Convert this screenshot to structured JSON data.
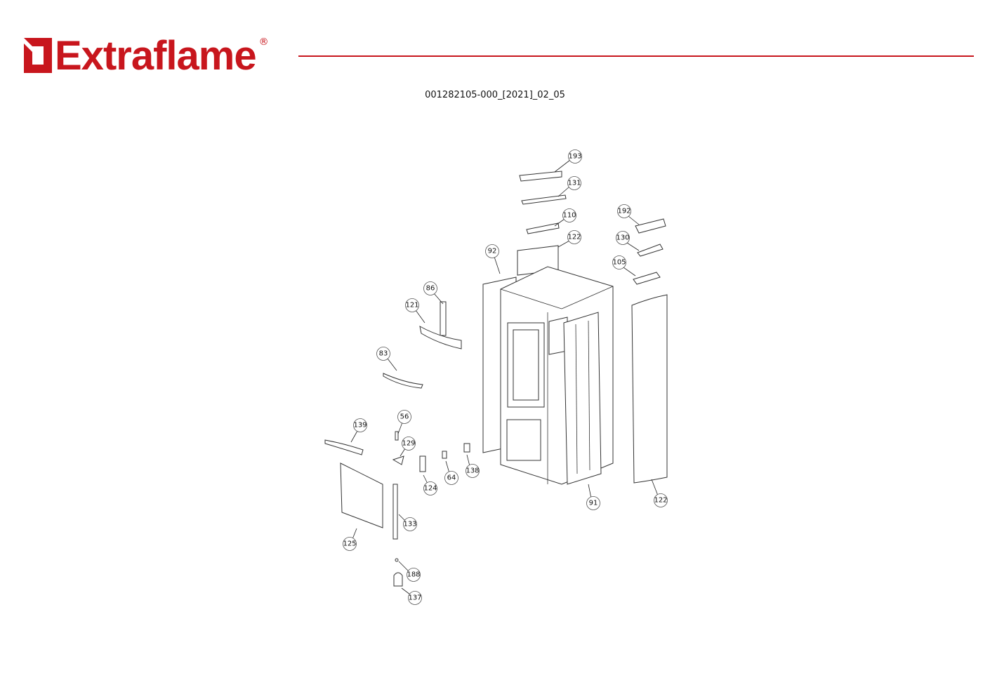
{
  "header": {
    "brand": "Extraflame",
    "registered_mark": "®",
    "brand_color": "#c8161d",
    "document_code": "001282105-000_[2021]_02_05"
  },
  "diagram": {
    "callouts": [
      "193",
      "131",
      "110",
      "122",
      "92",
      "192",
      "130",
      "105",
      "86",
      "121",
      "83",
      "139",
      "56",
      "129",
      "124",
      "64",
      "138",
      "91",
      "122",
      "133",
      "125",
      "188",
      "137"
    ]
  }
}
